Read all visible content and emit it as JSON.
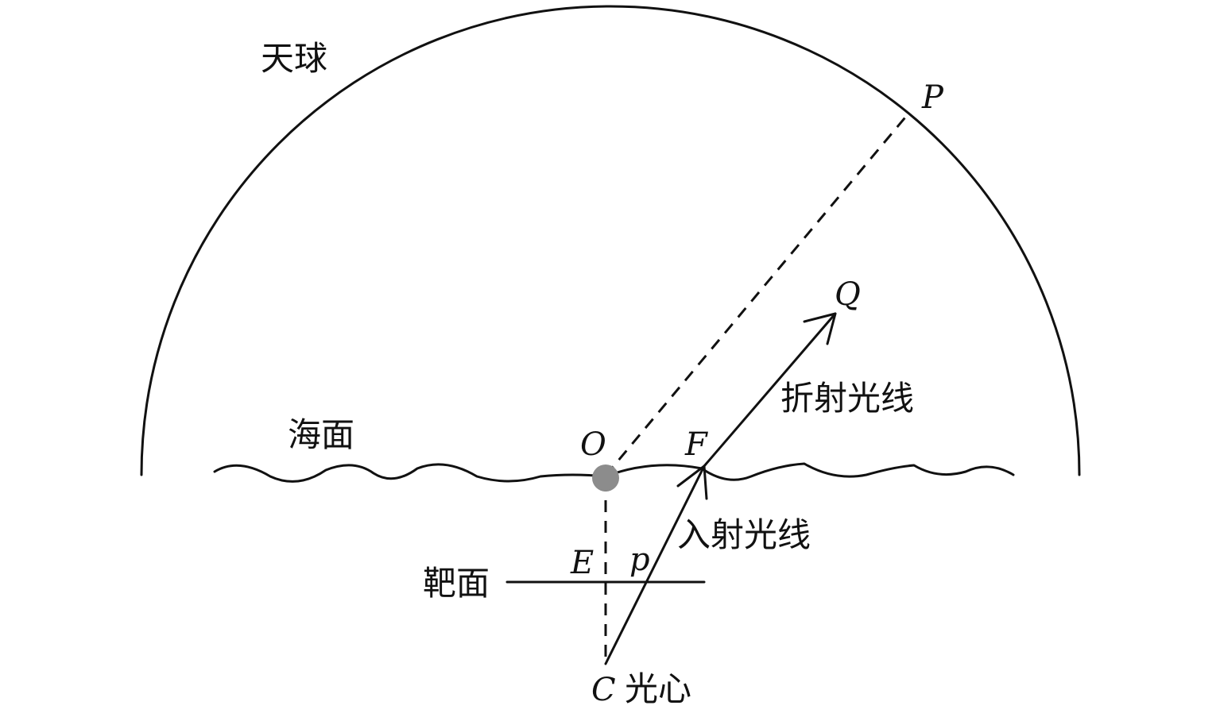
{
  "labels": {
    "celestial_sphere": "天球",
    "sea_surface": "海面",
    "target_plane": "靶面",
    "refracted_ray": "折射光线",
    "incident_ray": "入射光线",
    "optical_center": "光心"
  },
  "points": {
    "P": "P",
    "Q": "Q",
    "O": "O",
    "F": "F",
    "E": "E",
    "p": "p",
    "C": "C"
  },
  "colors": {
    "line": "#111111",
    "marker": "#8c8c8c"
  }
}
